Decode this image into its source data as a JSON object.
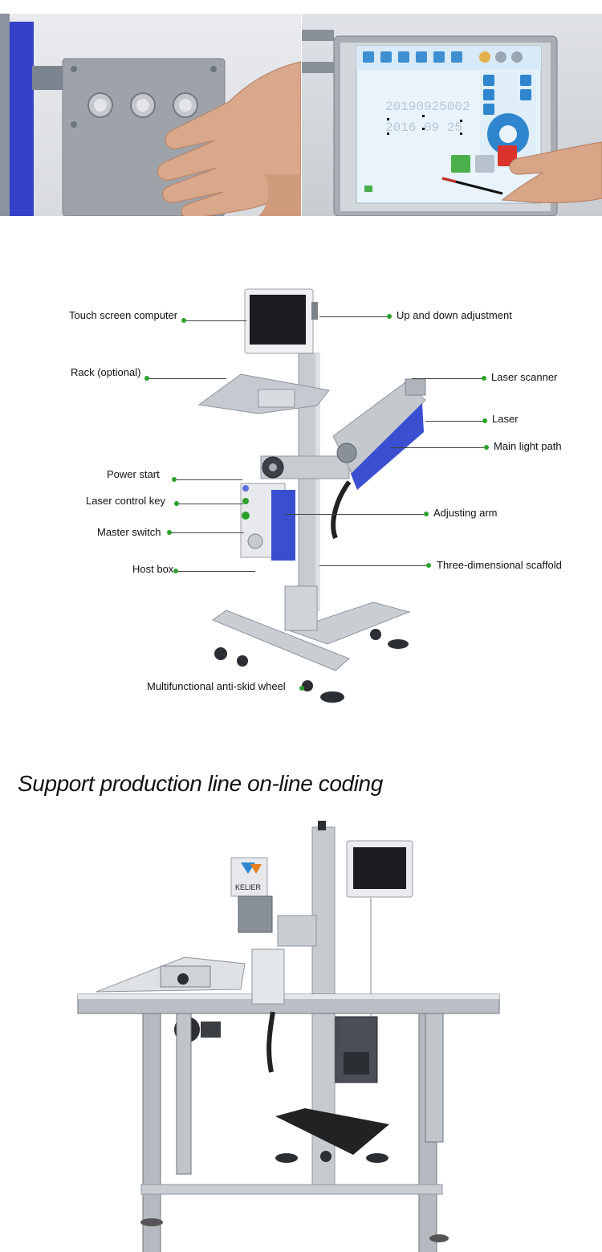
{
  "labels": {
    "touch_screen": "Touch screen computer",
    "rack": "Rack (optional)",
    "power_start": "Power start",
    "laser_control_key": "Laser control key",
    "master_switch": "Master switch",
    "host_box": "Host box",
    "up_down": "Up and down adjustment",
    "laser_scanner": "Laser scanner",
    "laser": "Laser",
    "main_light_path": "Main light path",
    "adjusting_arm": "Adjusting arm",
    "scaffold": "Three-dimensional scaffold",
    "wheel": "Multifunctional anti-skid wheel"
  },
  "screen": {
    "date": "20190925002",
    "time": "2016 09 25"
  },
  "product": {
    "brand": "KELIER"
  },
  "section": {
    "heading": "Support production line on-line coding"
  },
  "colors": {
    "dot": "#2aa12a",
    "panel_blue": "#3a4fd0",
    "screen_bg": "#e8f3fb"
  }
}
